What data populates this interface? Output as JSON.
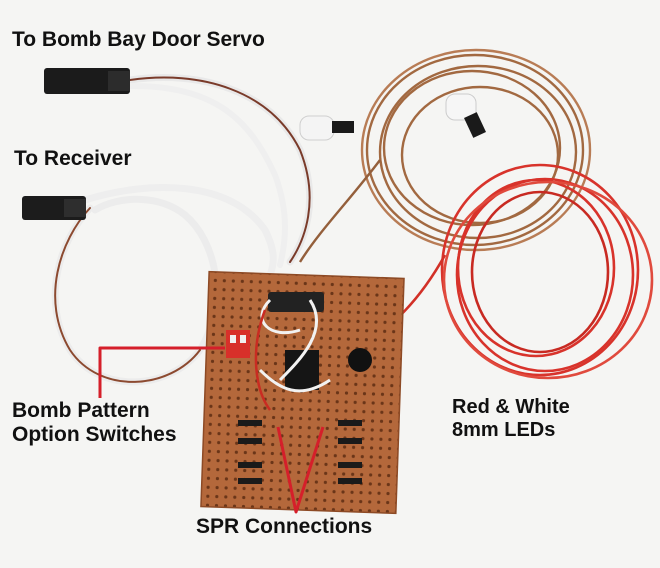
{
  "labels": {
    "servo": "To Bomb Bay Door Servo",
    "receiver": "To Receiver",
    "bomb_pattern_line1": "Bomb Pattern",
    "bomb_pattern_line2": "Option Switches",
    "leds_line1": "Red & White",
    "leds_line2": "8mm LEDs",
    "spr": "SPR Connections"
  },
  "colors": {
    "background": "#f5f5f3",
    "board": "#b0653a",
    "callout_line": "#d51f2a",
    "red_wire": "#d8332b",
    "copper_wire": "#9a5a2e"
  }
}
